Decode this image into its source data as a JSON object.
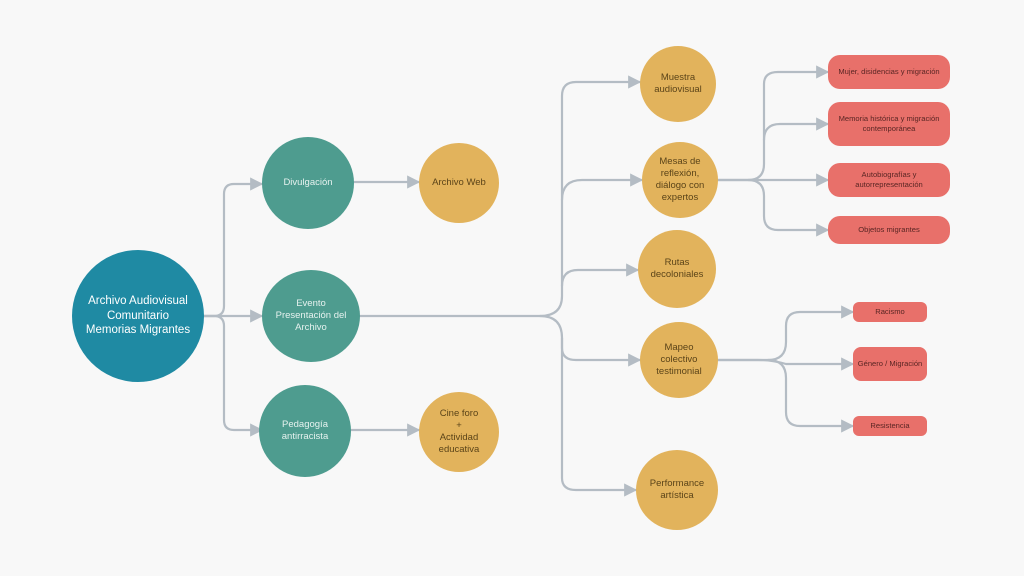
{
  "colors": {
    "background": "#f8f8f8",
    "root": "#1f8aa3",
    "level1": "#4e9c8f",
    "level2": "#e2b35c",
    "level3": "#e8706a",
    "connector": "#b4bcc4"
  },
  "root": {
    "label_lines": [
      "Archivo Audiovisual",
      "Comunitario",
      "Memorias Migrantes"
    ]
  },
  "divulgacion": {
    "label": "Divulgación",
    "children": {
      "archivo_web": "Archivo Web"
    }
  },
  "evento": {
    "label_lines": [
      "Evento",
      "Presentación del",
      "Archivo"
    ],
    "children": {
      "muestra": {
        "label_lines": [
          "Muestra",
          "audiovisual"
        ]
      },
      "mesas": {
        "label_lines": [
          "Mesas de",
          "reflexión,",
          "diálogo con",
          "expertos"
        ],
        "topics": [
          {
            "label_lines": [
              "Mujer, disidencias y migración"
            ]
          },
          {
            "label_lines": [
              "Memoria histórica y migración",
              "contemporánea"
            ]
          },
          {
            "label_lines": [
              "Autobiografías y",
              "autorrepresentación"
            ]
          },
          {
            "label_lines": [
              "Objetos migrantes"
            ]
          }
        ]
      },
      "rutas": {
        "label_lines": [
          "Rutas",
          "decoloniales"
        ]
      },
      "mapeo": {
        "label_lines": [
          "Mapeo",
          "colectivo",
          "testimonial"
        ],
        "topics": [
          {
            "label_lines": [
              "Racismo"
            ]
          },
          {
            "label_lines": [
              "Género / Migración"
            ]
          },
          {
            "label_lines": [
              "Resistencia"
            ]
          }
        ]
      },
      "performance": {
        "label_lines": [
          "Performance",
          "artística"
        ]
      }
    }
  },
  "pedagogia": {
    "label_lines": [
      "Pedagogía",
      "antirracista"
    ],
    "children": {
      "cine_foro": {
        "label_lines": [
          "Cine foro",
          "+",
          "Actividad",
          "educativa"
        ]
      }
    }
  }
}
